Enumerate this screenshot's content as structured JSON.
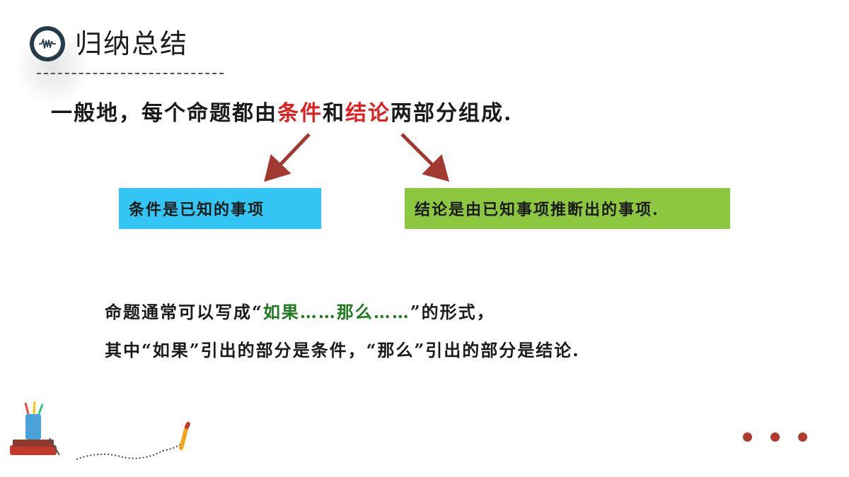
{
  "header": {
    "title": "归纳总结",
    "icon": "waveform-icon"
  },
  "main": {
    "prefix": "一般地，每个命题都由",
    "condition_word": "条件",
    "connector": "和",
    "conclusion_word": "结论",
    "suffix": "两部分组成."
  },
  "boxes": {
    "condition": "条件是已知的事项",
    "conclusion": "结论是由已知事项推断出的事项."
  },
  "paragraph": {
    "line1_prefix": "命题通常可以写成“",
    "line1_green": "如果……那么……",
    "line1_suffix": "”的形式，",
    "line2": "其中“如果”引出的部分是条件，“那么”引出的部分是结论."
  },
  "colors": {
    "highlight_red": "#e02020",
    "green_text": "#1f7a1f",
    "condition_box": "#33c6f4",
    "conclusion_box": "#8dc63f",
    "arrow": "#a23a32",
    "icon_dark": "#243b49",
    "dots": "#b03a2e"
  }
}
